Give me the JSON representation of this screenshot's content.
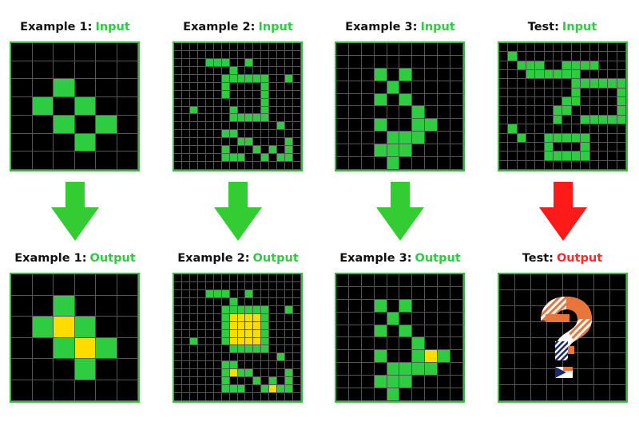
{
  "colors": {
    "background": "#000000",
    "green": "#2ecc40",
    "yellow": "#ffdc00",
    "grid_line": "#555555",
    "frame": "#2fbf3a",
    "title_accent_green": "#2ecc40",
    "title_accent_red": "#ff2a2a",
    "arrow_green": "#33cc33",
    "arrow_red": "#ff1a1a",
    "question_orange": "#e8763a",
    "question_navy": "#1a2a6c"
  },
  "panels": [
    {
      "id": "example-1",
      "input": {
        "prefix": "Example 1:",
        "word": "Input",
        "rows": [
          "000000",
          "000000",
          "001000",
          "010100",
          "001010",
          "000100",
          "000000"
        ]
      },
      "output": {
        "prefix": "Example 1:",
        "word": "Output",
        "rows": [
          "000000",
          "001000",
          "012100",
          "001210",
          "000100",
          "000000"
        ]
      },
      "arrow": "green-down-arrow"
    },
    {
      "id": "example-2",
      "input": {
        "prefix": "Example 2:",
        "word": "Input",
        "rows": [
          "0000000000000000",
          "0000000000000000",
          "0000111001000000",
          "0000000100000000",
          "0000001111110010",
          "0000001000010000",
          "0000001000010000",
          "0000000000010000",
          "0010000100010000",
          "0000000111110000",
          "0000000000000100",
          "0000001100000000",
          "0000000011000010",
          "0000001000101010",
          "0000001110010110",
          "0000000000000000"
        ]
      },
      "output": {
        "prefix": "Example 2:",
        "word": "Output",
        "rows": [
          "0000000000000000",
          "0000000000000000",
          "0000111001000000",
          "0000000100000000",
          "0000001111110010",
          "0000001222210000",
          "0000001222210000",
          "0000001222210000",
          "0010001222210000",
          "0000000111110000",
          "0000000000000100",
          "0000001100000000",
          "0000001211000010",
          "0000001000101010",
          "0000001110012110",
          "0000000000000000"
        ]
      },
      "arrow": "green-down-arrow"
    },
    {
      "id": "example-3",
      "input": {
        "prefix": "Example 3:",
        "word": "Input",
        "rows": [
          "0000000000",
          "0000000000",
          "0001010000",
          "0000100000",
          "0001010000",
          "0000001000",
          "0001001100",
          "0000111000",
          "0001110000",
          "0000100000"
        ]
      },
      "output": {
        "prefix": "Example 3:",
        "word": "Output",
        "rows": [
          "0000000000",
          "0000000000",
          "0001010000",
          "0000100000",
          "0001010000",
          "0000001000",
          "0001001210",
          "0000111100",
          "0001110000",
          "0000100000"
        ]
      },
      "arrow": "green-down-arrow"
    },
    {
      "id": "test",
      "input": {
        "prefix": "Test:",
        "word": "Input",
        "rows": [
          "00000000000000",
          "01000000000000",
          "00111001111000",
          "00011111100000",
          "00000000111111",
          "00000000100001",
          "00000001100001",
          "00000011000001",
          "00000010011111",
          "01000000000000",
          "00100111110000",
          "00000100010000",
          "00000111110000",
          "00000000000000"
        ]
      },
      "output": {
        "prefix": "Test:",
        "word": "Output",
        "question": "unknown-output-question-mark-icon"
      },
      "arrow": "red-down-arrow"
    }
  ]
}
